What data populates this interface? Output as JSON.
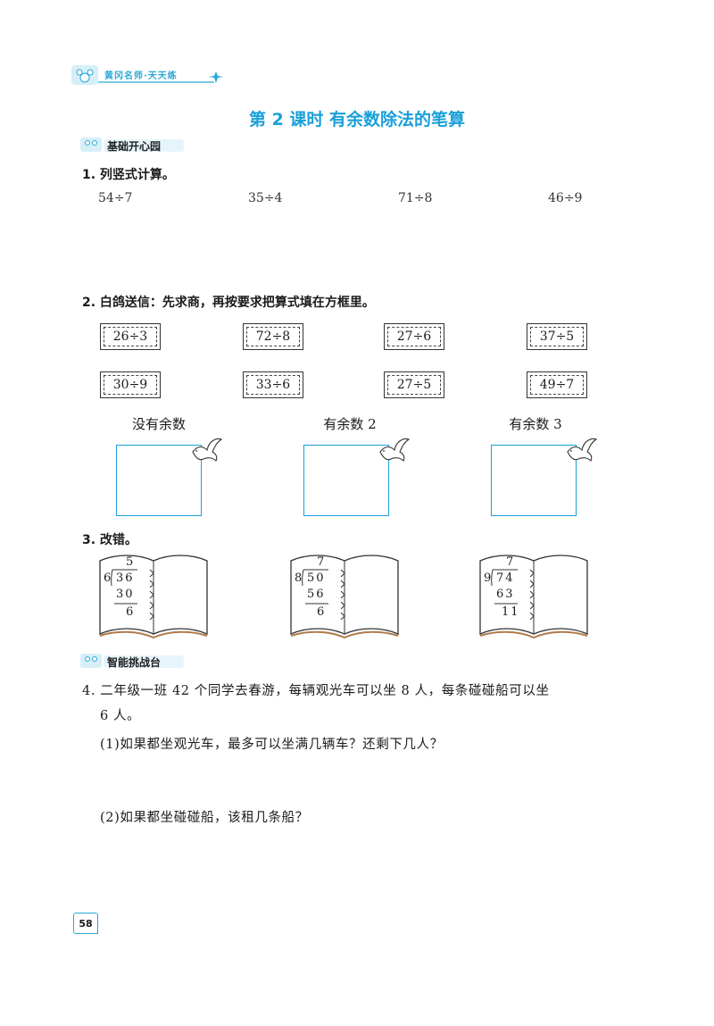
{
  "header": {
    "brand": "黄冈名师·天天练",
    "lesson_title": "第 2 课时   有余数除法的笔算"
  },
  "sections": {
    "basic": "基础开心园",
    "challenge": "智能挑战台"
  },
  "q1": {
    "title": "1. 列竖式计算。",
    "items": [
      "54÷7",
      "35÷4",
      "71÷8",
      "46÷9"
    ]
  },
  "q2": {
    "title": "2. 白鸽送信：先求商，再按要求把算式填在方框里。",
    "cards": [
      "26÷3",
      "72÷8",
      "27÷6",
      "37÷5",
      "30÷9",
      "33÷6",
      "27÷5",
      "49÷7"
    ],
    "boxes": [
      "没有余数",
      "有余数 2",
      "有余数 3"
    ]
  },
  "q3": {
    "title": "3. 改错。",
    "books": [
      {
        "divisor": "6",
        "quotient": "5",
        "dividend": "36",
        "product": "30",
        "remainder": "6"
      },
      {
        "divisor": "8",
        "quotient": "7",
        "dividend": "50",
        "product": "56",
        "remainder": "6"
      },
      {
        "divisor": "9",
        "quotient": "7",
        "dividend": "74",
        "product": "63",
        "remainder": "11"
      }
    ]
  },
  "q4": {
    "line1": "4. 二年级一班 42 个同学去春游，每辆观光车可以坐 8 人，每条碰碰船可以坐",
    "line2": "6 人。",
    "sub1": "(1)如果都坐观光车，最多可以坐满几辆车？还剩下几人？",
    "sub2": "(2)如果都坐碰碰船，该租几条船？"
  },
  "page_number": "58",
  "colors": {
    "accent": "#1aa0d8"
  }
}
